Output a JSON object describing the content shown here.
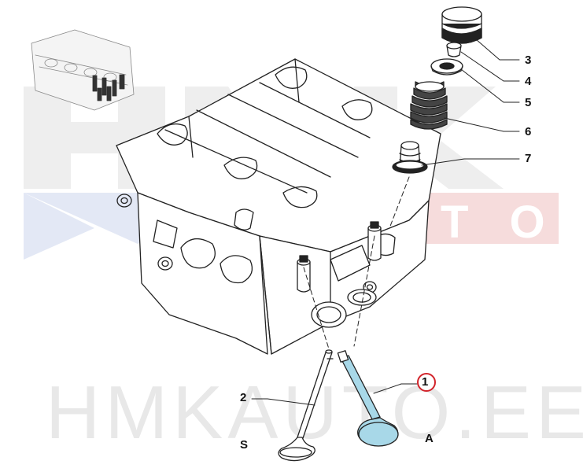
{
  "watermark": {
    "logo_letters": "HMK AUTO",
    "text": "HMKAUTO.EE"
  },
  "callouts": {
    "c1": "1",
    "c2": "2",
    "c3": "3",
    "c4": "4",
    "c5": "5",
    "c6": "6",
    "c7": "7"
  },
  "labels": {
    "exhaust": "S",
    "intake": "A"
  },
  "colors": {
    "line": "#222222",
    "highlight_valve": "#a8d8e8",
    "callout_ring": "#d2232a",
    "watermark_red": "#f3d3d3",
    "watermark_blue": "#d9e2f3",
    "watermark_gray": "#ececec"
  }
}
